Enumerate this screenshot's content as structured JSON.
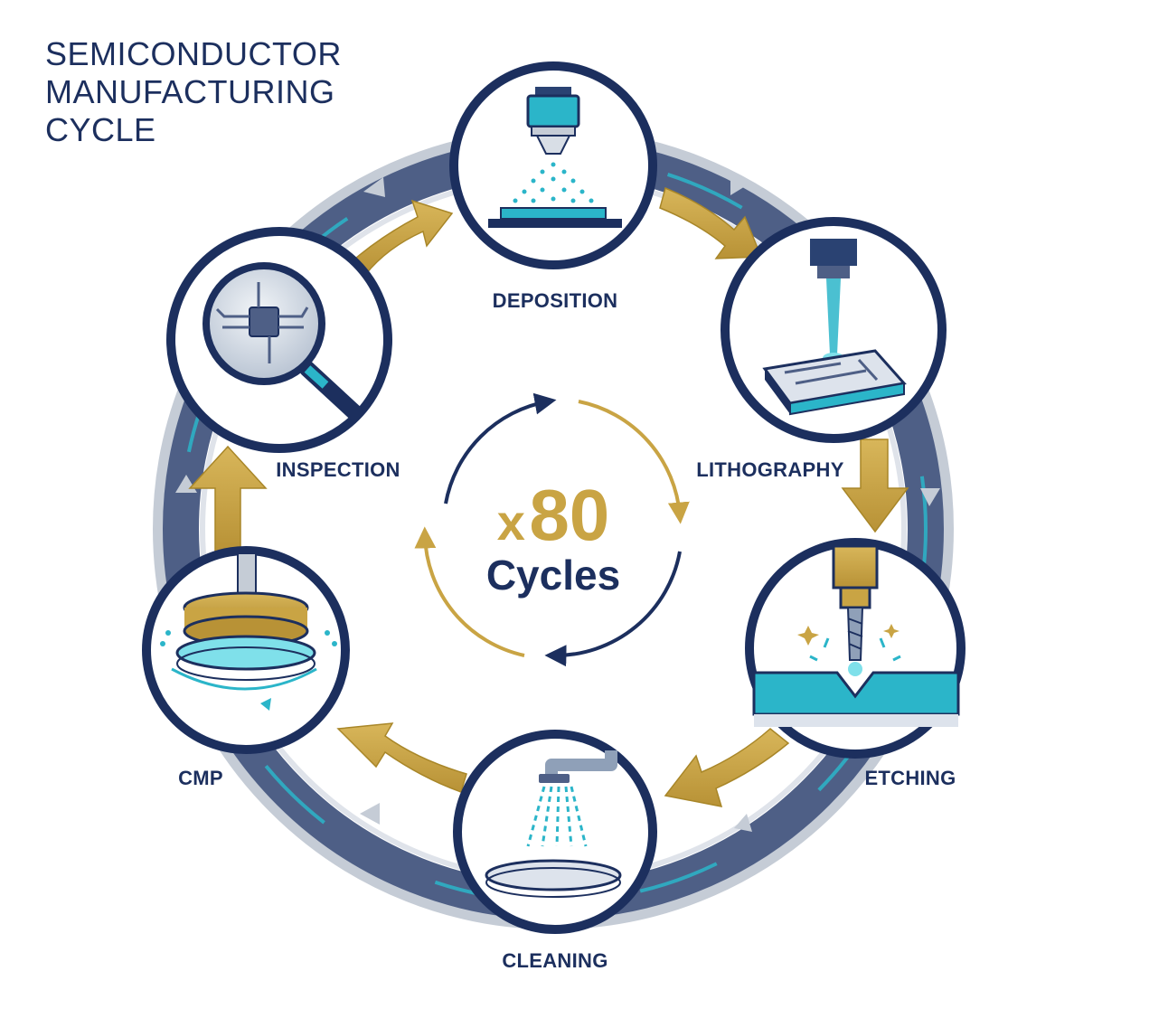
{
  "title": {
    "line1": "SEMICONDUCTOR",
    "line2": "MANUFACTURING",
    "line3": "CYCLE"
  },
  "center": {
    "prefix": "x",
    "count": "80",
    "word": "Cycles"
  },
  "stages": [
    {
      "label": "DEPOSITION",
      "icon": "deposition-nozzle-icon"
    },
    {
      "label": "LITHOGRAPHY",
      "icon": "lithography-laser-icon"
    },
    {
      "label": "ETCHING",
      "icon": "etching-drill-icon"
    },
    {
      "label": "CLEANING",
      "icon": "cleaning-shower-icon"
    },
    {
      "label": "CMP",
      "icon": "cmp-polisher-icon"
    },
    {
      "label": "INSPECTION",
      "icon": "inspection-magnifier-icon"
    }
  ],
  "colors": {
    "navy": "#1c2f5e",
    "gold": "#c9a444",
    "teal": "#2bb5c9",
    "ring": "#4e5f86",
    "ring_light": "#c5ccd6"
  }
}
